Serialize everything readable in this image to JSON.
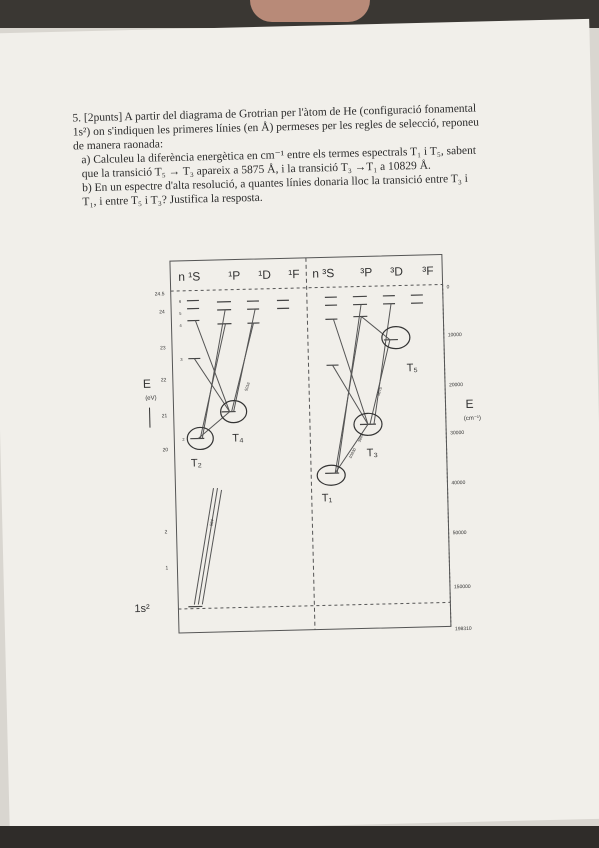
{
  "question": {
    "line1": "5. [2punts] A partir del diagrama de Grotrian per l'àtom de He (configuració fonamental",
    "line2": "1s²) on s'indiquen les primeres línies (en Å) permeses per les regles de selecció, reponeu",
    "line3": "de manera raonada:",
    "part_a_1": "a) Calculeu la diferència energètica en cm⁻¹ entre els termes espectrals T₁ i T₅, sabent",
    "part_a_2": "que la transició T₅ → T₃ apareix a 5875 Å, i la transició T₃ →T₁ a 10829 Å.",
    "part_b_1": "b) En un espectre d'alta resolució, a quantes línies donaria lloc la transició entre T₃ i",
    "part_b_2": "T₁, i entre T₅ i T₃? Justifica la resposta."
  },
  "diagram": {
    "singlet_headers": [
      "n ¹S",
      "¹P",
      "¹D",
      "¹F"
    ],
    "triplet_headers": [
      "n ³S",
      "³P",
      "³D",
      "³F"
    ],
    "left_axis_label": "E",
    "left_axis_unit": "(eV)",
    "left_ticks": [
      "24.5",
      "24",
      "23",
      "22",
      "21",
      "20",
      "2",
      "1"
    ],
    "right_axis_label": "E",
    "right_axis_unit": "(cm⁻¹)",
    "right_ticks": [
      "0",
      "10000",
      "20000",
      "30000",
      "40000",
      "50000",
      "150000",
      "198310"
    ],
    "ground_label": "1s²",
    "term_labels": [
      "T₁",
      "T₂",
      "T₃",
      "T₄",
      "T₅"
    ],
    "level_numbers": [
      "6",
      "5",
      "4",
      "3",
      "2"
    ],
    "line_labels": [
      "5875",
      "5016",
      "3889",
      "10830",
      "584"
    ]
  }
}
